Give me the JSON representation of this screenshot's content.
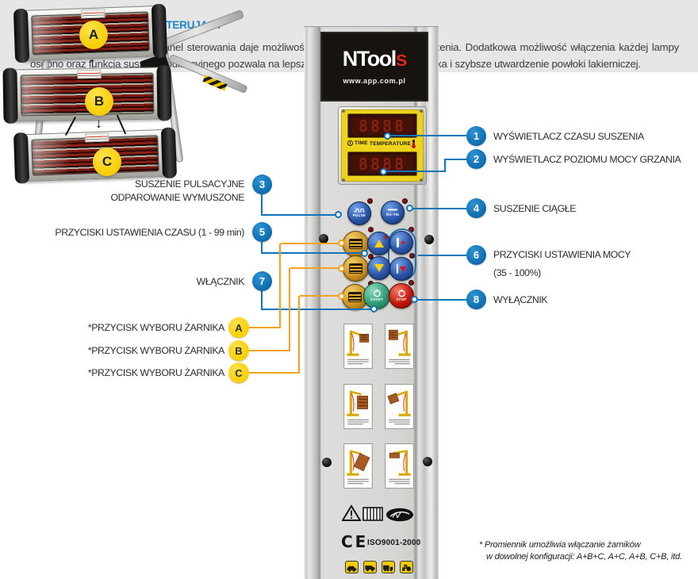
{
  "info_box": {
    "title": "ELEKTRONICZNY PANEL STERUJĄCY",
    "body": "Funkcjonalny, elektroniczny panel sterowania daje możliwość regulacji mocy i czasu suszenia. Dodatkowa możliwość włączenia każdej lampy osobno oraz funkcja suszenia pulsacyjnego pozwala na lepsze odparowanie rozpuszczalnika i szybsze utwardzenie powłoki lakierniczej."
  },
  "panel": {
    "logo": {
      "main": "NTool",
      "accent": "s",
      "url": "www.app.com.pl"
    },
    "display": {
      "time_label": "TIME",
      "temperature_label": "TEMPERATURE",
      "time_digits": "8888",
      "power_digits": "8888"
    },
    "buttons": {
      "pulse_label": "PULSE",
      "continuous_label": "RA-TM",
      "start_label": "START",
      "stop_label": "STOP"
    },
    "certification": {
      "ce": "CE",
      "iso": "ISO9001-2000"
    }
  },
  "callouts": {
    "right": [
      {
        "num": "1",
        "lines": [
          "WYŚWIETLACZ CZASU SUSZENIA"
        ]
      },
      {
        "num": "2",
        "lines": [
          "WYŚWIETLACZ POZIOMU MOCY GRZANIA"
        ]
      },
      {
        "num": "4",
        "lines": [
          "SUSZENIE CIĄGŁE"
        ]
      },
      {
        "num": "6",
        "lines": [
          "PRZYCISKI USTAWIENIA MOCY",
          "(35 - 100%)"
        ]
      },
      {
        "num": "8",
        "lines": [
          "WYŁĄCZNIK"
        ]
      }
    ],
    "left": [
      {
        "num": "3",
        "lines": [
          "SUSZENIE PULSACYJNE",
          "ODPAROWANIE WYMUSZONE"
        ]
      },
      {
        "num": "5",
        "lines": [
          "PRZYCISKI USTAWIENIA CZASU (1 - 99 min)"
        ]
      },
      {
        "num": "7",
        "lines": [
          "WŁĄCZNIK"
        ]
      }
    ],
    "burner": [
      {
        "letter": "A",
        "label": "*PRZYCISK WYBORU ŻARNIKA"
      },
      {
        "letter": "B",
        "label": "*PRZYCISK WYBORU ŻARNIKA"
      },
      {
        "letter": "C",
        "label": "*PRZYCISK WYBORU ŻARNIKA"
      }
    ]
  },
  "lamp_figure": {
    "labels": [
      "A",
      "B",
      "C"
    ]
  },
  "footnote": {
    "line1": "* Promiennik umożliwia włączanie żarników",
    "line2": "w dowolnej konfiguracji: A+B+C, A+C, A+B, C+B, itd."
  },
  "colors": {
    "accent_blue": "#0e76b8",
    "title_blue": "#1787c9",
    "marker_yellow": "#ffd60a",
    "line_orange": "#f2a21a",
    "logo_red": "#d8271c",
    "display_plate_yellow": "#eed31c",
    "led_red": "#5c0a0a",
    "start_green": "#2e9974",
    "stop_red": "#c41408"
  }
}
